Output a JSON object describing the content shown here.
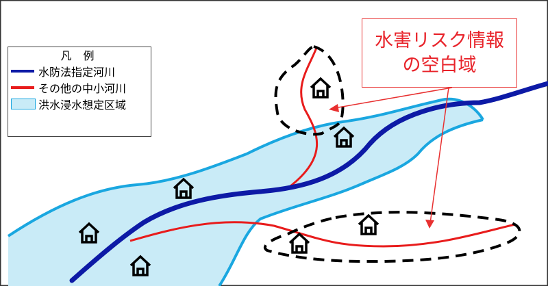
{
  "colors": {
    "flood_fill": "#c9ebf7",
    "flood_edge": "#1aa7e0",
    "main_river": "#0d1aa6",
    "small_river": "#e81c1c",
    "blank_zone": "#000000",
    "callout_border": "#e83030",
    "callout_text": "#e8232a",
    "arrow": "#e83030"
  },
  "legend": {
    "title": "凡 例",
    "items": [
      {
        "label": "水防法指定河川",
        "symbol": "line",
        "color": "#0d1aa6"
      },
      {
        "label": "その他の中小河川",
        "symbol": "line",
        "color": "#e81c1c"
      },
      {
        "label": "洪水浸水想定区域",
        "symbol": "area",
        "color": "#c9ebf7",
        "edge": "#1aa7e0"
      }
    ]
  },
  "callout": {
    "line1": "水害リスク情報",
    "line2": "の空白域"
  },
  "icons": {
    "house": "house-icon"
  }
}
